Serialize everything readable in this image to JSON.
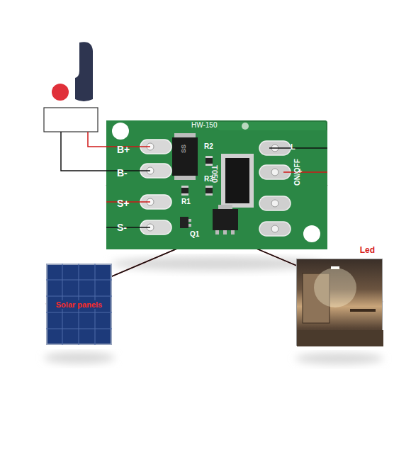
{
  "diagram": {
    "nodes": [
      {
        "text": [
          "HW-150"
        ]
      },
      {
        "text": [
          "Solar panels"
        ]
      },
      {
        "text": [
          "Led"
        ]
      }
    ],
    "edges": [
      {
        "from": 1,
        "to": 0,
        "arrow": "none"
      },
      {
        "from": 1,
        "to": 0,
        "arrow": "none"
      },
      {
        "from": 0,
        "to": 2,
        "arrow": "none"
      },
      {
        "from": 0,
        "to": 2,
        "arrow": "none"
      }
    ],
    "labels": [
      "B+",
      "B-",
      "S+",
      "S-",
      "SS",
      "R2",
      "R3",
      "R1",
      "Q1",
      "T050",
      "L",
      "+",
      "ON/OFF"
    ]
  }
}
